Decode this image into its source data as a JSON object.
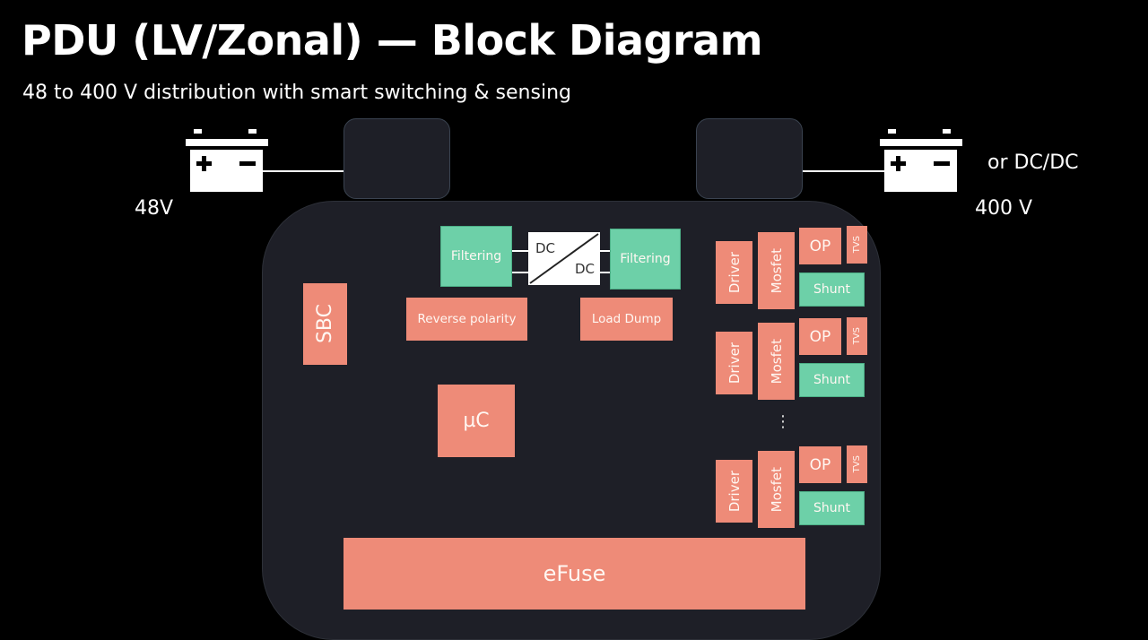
{
  "header": {
    "title": "PDU (LV/Zonal) — Block Diagram",
    "subtitle": "48 to 400 V distribution with smart switching & sensing"
  },
  "inputs": {
    "left_battery_label": "48V",
    "right_battery_label": "400 V",
    "right_alt_label": "or DC/DC"
  },
  "blocks": {
    "filtering_in": "Filtering",
    "dcdc_top": "DC",
    "dcdc_bottom": "DC",
    "filtering_out": "Filtering",
    "reverse_polarity": "Reverse polarity",
    "load_dump": "Load Dump",
    "sbc": "SBC",
    "mcu": "µC",
    "efuse": "eFuse"
  },
  "channels": [
    {
      "driver": "Driver",
      "mosfet": "Mosfet",
      "op": "OP",
      "tvs": "TVS",
      "shunt": "Shunt"
    },
    {
      "driver": "Driver",
      "mosfet": "Mosfet",
      "op": "OP",
      "tvs": "TVS",
      "shunt": "Shunt"
    },
    {
      "driver": "Driver",
      "mosfet": "Mosfet",
      "op": "OP",
      "tvs": "TVS",
      "shunt": "Shunt"
    }
  ],
  "ellipsis": "⋮",
  "colors": {
    "power_block": "#ee8b78",
    "filter_block": "#6dd0a8",
    "housing": "#1e1f27",
    "background": "#000000"
  }
}
